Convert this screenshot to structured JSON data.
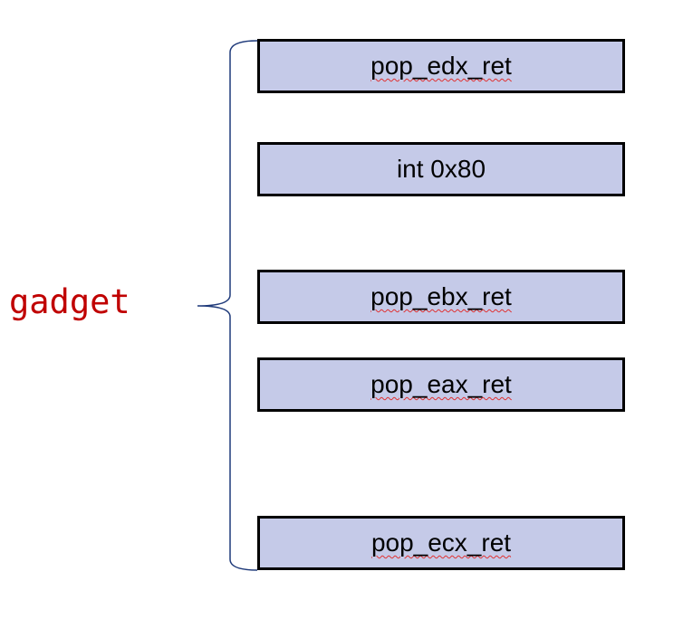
{
  "label": "gadget",
  "colors": {
    "label": "#c00000",
    "box_fill": "#c5cae8",
    "brace": "#1f3a7a"
  },
  "boxes": [
    {
      "text": "pop_edx_ret",
      "spellcheck": true
    },
    {
      "text": "int 0x80",
      "spellcheck": false
    },
    {
      "text": "pop_ebx_ret",
      "spellcheck": true
    },
    {
      "text": "pop_eax_ret",
      "spellcheck": true
    },
    {
      "text": "pop_ecx_ret",
      "spellcheck": true
    }
  ]
}
